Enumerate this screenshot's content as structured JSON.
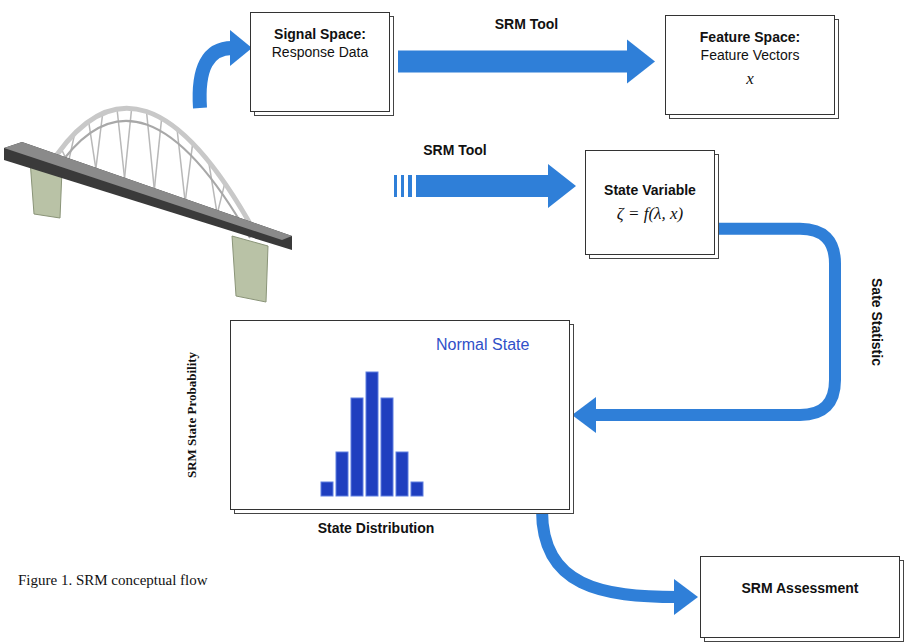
{
  "diagram": {
    "caption": "Figure 1. SRM conceptual flow",
    "nodes": [
      {
        "text": [
          "Signal Space:",
          "Response Data"
        ]
      },
      {
        "text": [
          "Feature Space:",
          "Feature Vectors",
          "x"
        ]
      },
      {
        "text": [
          "State Variable",
          "ζ = f(λ, x)"
        ]
      },
      {
        "text": [
          "Normal State"
        ]
      },
      {
        "text": [
          "SRM Assessment"
        ]
      }
    ],
    "edges": [
      {
        "from": 0,
        "to": 1,
        "arrow": "to",
        "label": "SRM Tool"
      },
      {
        "from": 2,
        "to": 3,
        "arrow": "to",
        "label": "Sate Statistic"
      },
      {
        "from": 3,
        "to": 4,
        "arrow": "to"
      }
    ],
    "labels": [
      "SRM Tool",
      "SRM State Probability",
      "State Distribution"
    ]
  }
}
